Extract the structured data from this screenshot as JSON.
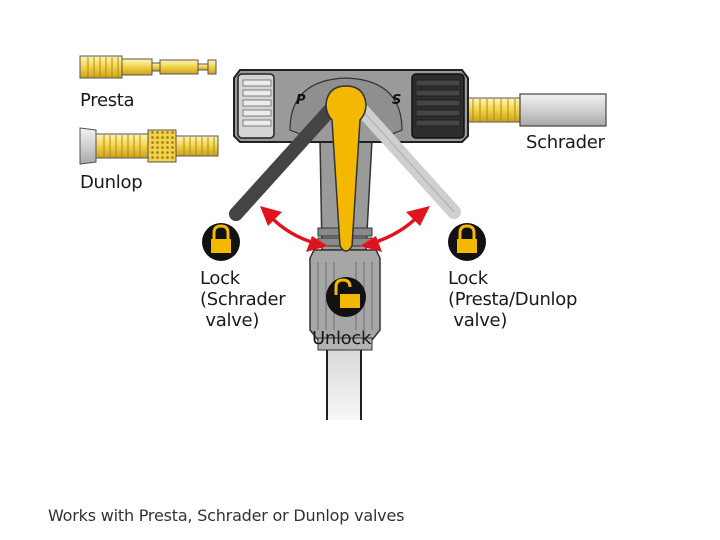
{
  "diagram": {
    "valves": {
      "presta": "Presta",
      "dunlop": "Dunlop",
      "schrader": "Schrader"
    },
    "head_markings": {
      "left": "P",
      "right": "S"
    },
    "positions": {
      "lock_schrader": [
        "Lock",
        "(Schrader",
        " valve)"
      ],
      "unlock": "Unlock",
      "lock_presta_dunlop": [
        "Lock",
        "(Presta/Dunlop",
        " valve)"
      ]
    },
    "caption": "Works with Presta, Schrader or Dunlop valves",
    "colors": {
      "brass": "#f2d24a",
      "lever_yellow": "#f5b800",
      "arrow_red": "#e0141e",
      "head_gray": "#8c8c8c",
      "lock_badge": "#111111",
      "lock_yellow": "#f5b800"
    }
  }
}
